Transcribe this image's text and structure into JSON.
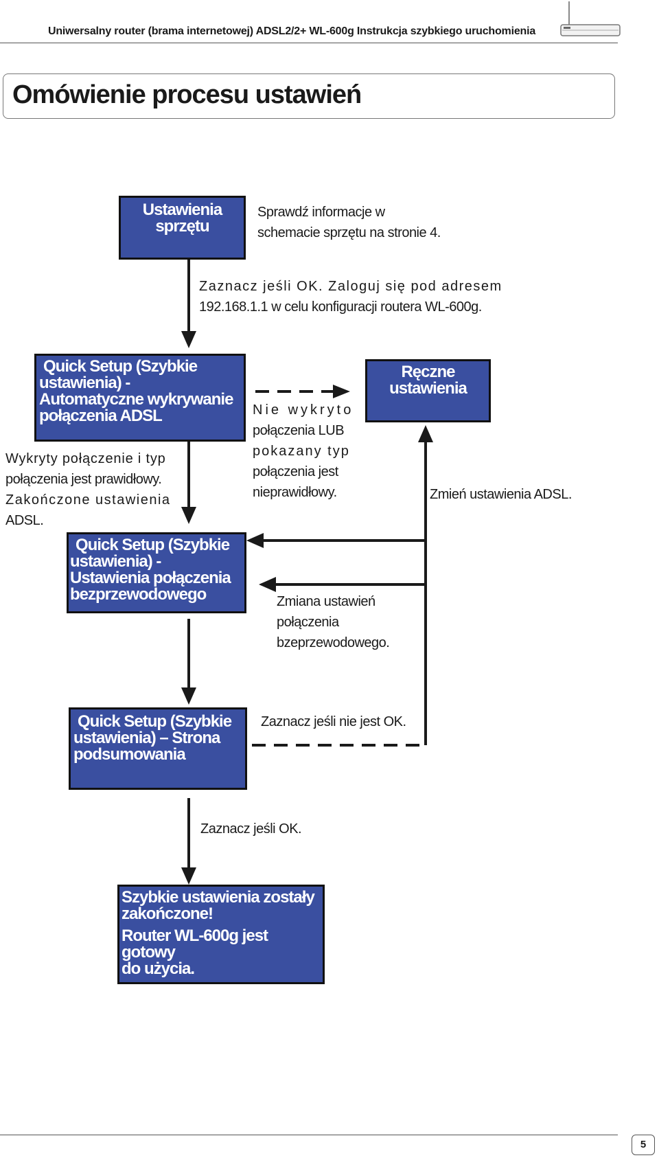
{
  "header": {
    "title": "Uniwersalny router (brama internetowej) ADSL2/2+ WL-600g Instrukcja szybkiego uruchomienia"
  },
  "section": {
    "title": "Omówienie procesu ustawień"
  },
  "flow": {
    "box_hardware": [
      "Ustawienia",
      "sprzętu"
    ],
    "note_hardware": [
      "Sprawdź informacje w",
      "schemacie sprzętu na stronie 4."
    ],
    "note_login": [
      "Zaznacz jeśli OK. Zaloguj się pod adresem",
      "192.168.1.1 w celu konfiguracji routera WL-600g."
    ],
    "box_auto": [
      "Quick Setup (Szybkie",
      "ustawienia) -",
      "Automatyczne wykrywanie",
      "połączenia ADSL"
    ],
    "note_detected": [
      "Wykryty połączenie i typ",
      "połączenia jest prawidłowy.",
      "Zakończone ustawienia",
      "ADSL."
    ],
    "note_not_detected": [
      "Nie wykryto",
      "połączenia LUB",
      "pokazany typ",
      "połączenia jest",
      "nieprawidłowy."
    ],
    "box_manual": [
      "Ręczne",
      "ustawienia"
    ],
    "note_change_adsl": "Zmień ustawienia ADSL.",
    "box_wireless": [
      "Quick Setup (Szybkie",
      "ustawienia) -",
      "Ustawienia połączenia",
      "bezprzewodowego"
    ],
    "note_change_wireless": [
      "Zmiana ustawień",
      "połączenia",
      "bzeprzewodowego."
    ],
    "box_summary": [
      "Quick Setup (Szybkie",
      "ustawienia) – Strona",
      "podsumowania"
    ],
    "note_not_ok": "Zaznacz jeśli nie jest OK.",
    "note_ok": "Zaznacz jeśli OK.",
    "box_done": [
      "Szybkie ustawienia zostały",
      "zakończone!",
      "Router WL-600g jest gotowy",
      "do użycia."
    ]
  },
  "footer": {
    "page_number": "5"
  },
  "colors": {
    "box_fill": "#3a4fa0",
    "box_text": "#ffffff",
    "line": "#1a1a1a"
  },
  "icons": {
    "router": "router-device-icon"
  }
}
